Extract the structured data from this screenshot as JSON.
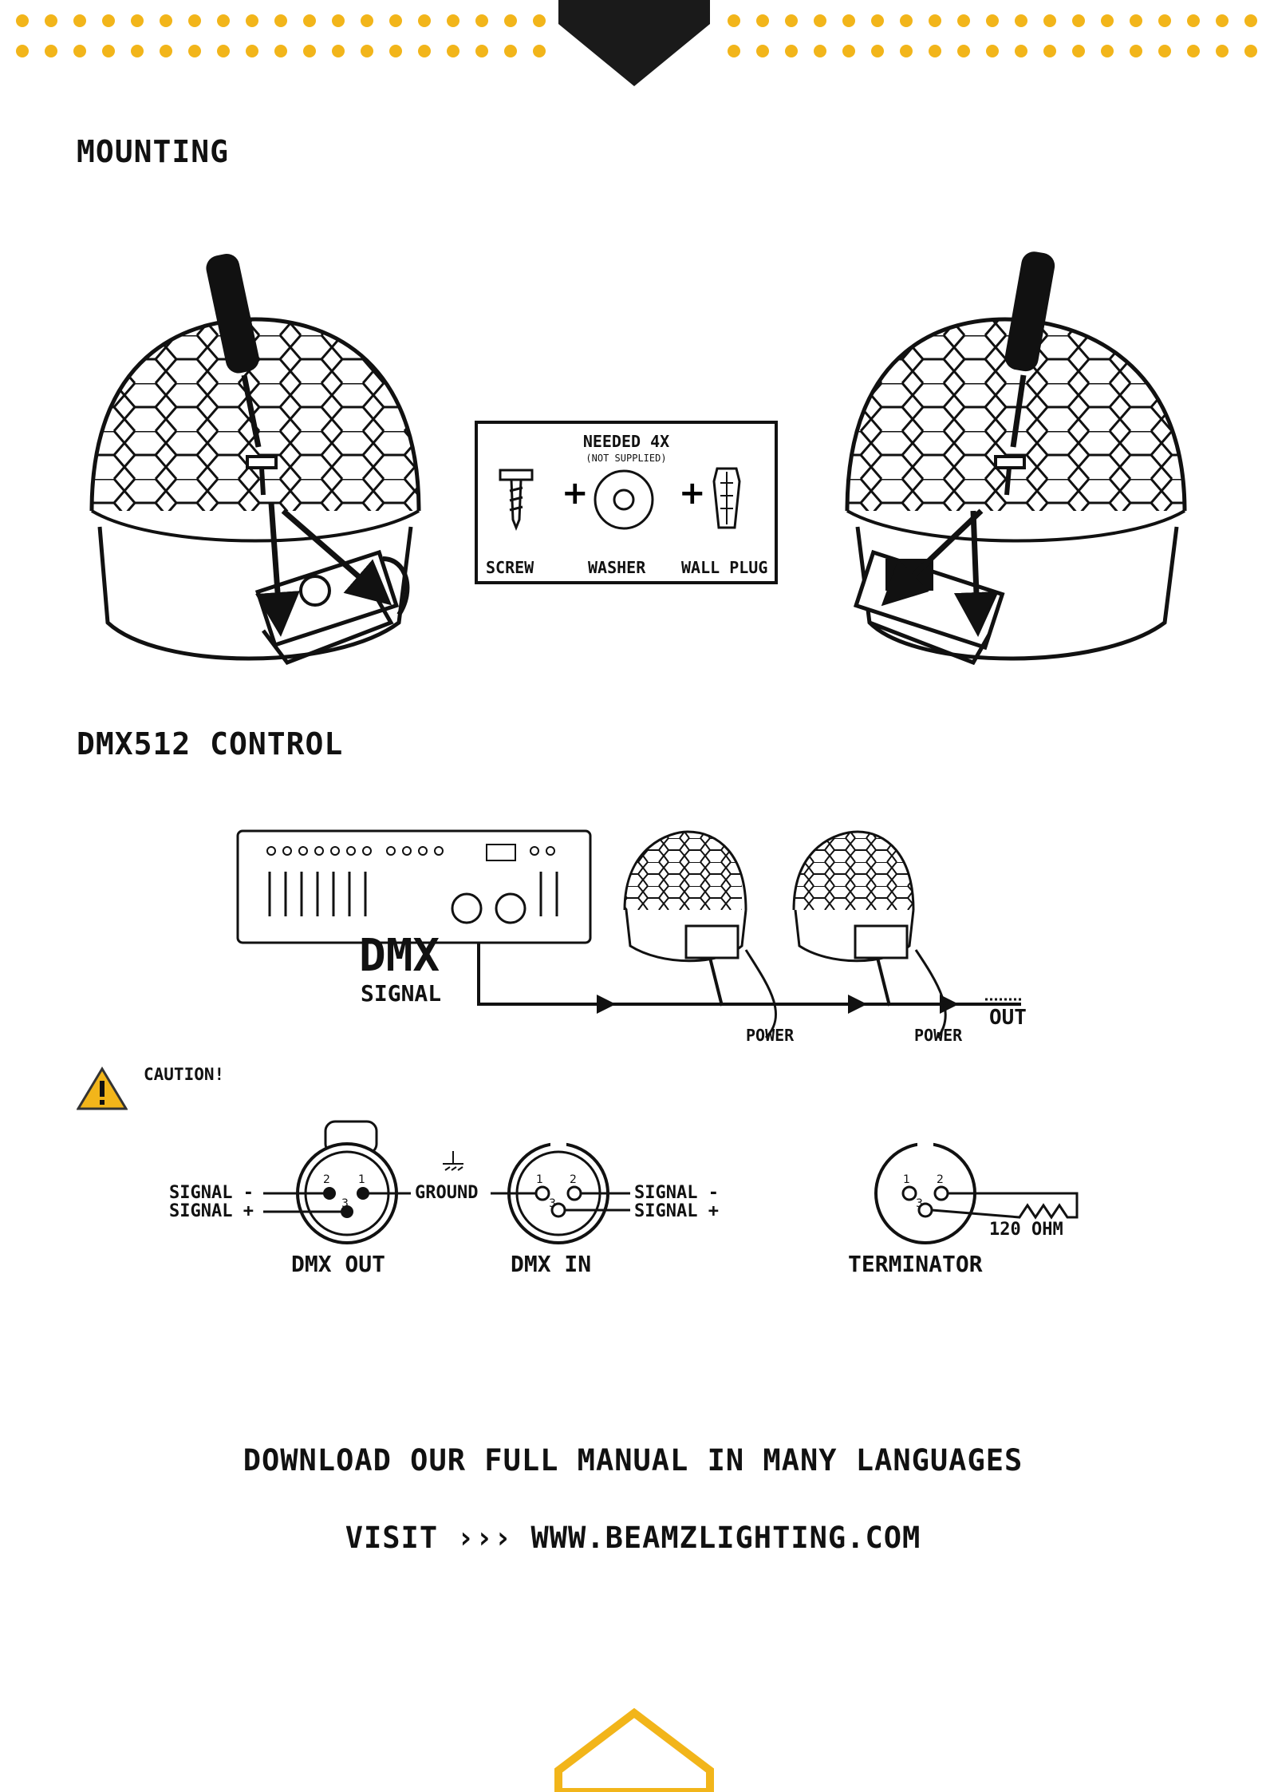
{
  "headings": {
    "mounting": "MOUNTING",
    "dmx_control": "DMX512 CONTROL"
  },
  "needed_box": {
    "title": "NEEDED 4X",
    "note": "(NOT SUPPLIED)",
    "items": [
      "SCREW",
      "WASHER",
      "WALL PLUG"
    ]
  },
  "dmx_diagram": {
    "signal_big": "DMX",
    "signal_small": "SIGNAL",
    "power_1": "POWER",
    "power_2": "POWER",
    "out": "OUT"
  },
  "caution": {
    "label": "CAUTION!",
    "icon": "warning-triangle-icon"
  },
  "connectors": {
    "dmx_out": {
      "name": "DMX OUT",
      "signal_minus": "SIGNAL -",
      "signal_plus": "SIGNAL +",
      "pins": [
        "2",
        "1",
        "3"
      ]
    },
    "ground": "GROUND",
    "dmx_in": {
      "name": "DMX IN",
      "signal_minus": "SIGNAL -",
      "signal_plus": "SIGNAL +",
      "pins": [
        "1",
        "2",
        "3"
      ]
    },
    "terminator": {
      "name": "TERMINATOR",
      "resistor": "120 OHM",
      "pins": [
        "1",
        "2",
        "3"
      ]
    }
  },
  "footer": {
    "download": "DOWNLOAD OUR FULL MANUAL IN MANY LANGUAGES",
    "visit": "VISIT ››› WWW.BEAMZLIGHTING.COM"
  },
  "colors": {
    "accent": "#f2b51a",
    "ink": "#111111"
  }
}
